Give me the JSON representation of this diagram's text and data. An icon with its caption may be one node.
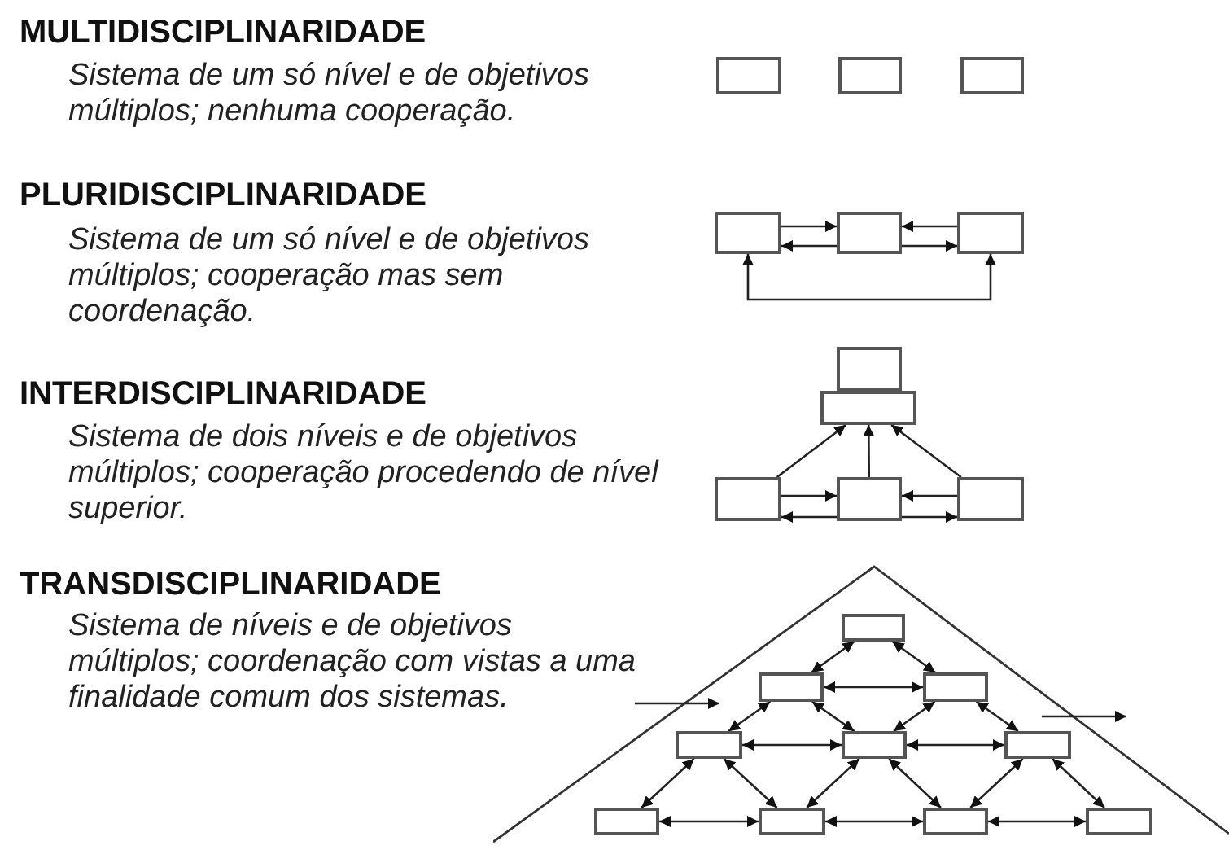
{
  "diagram": {
    "nodes": [
      {
        "text": [],
        "shape": "box"
      },
      {
        "text": [],
        "shape": "box"
      },
      {
        "text": [],
        "shape": "box"
      },
      {
        "text": [],
        "shape": "box"
      },
      {
        "text": [],
        "shape": "box"
      },
      {
        "text": [],
        "shape": "box"
      },
      {
        "text": [],
        "shape": "box"
      },
      {
        "text": [],
        "shape": "box"
      },
      {
        "text": [],
        "shape": "box"
      },
      {
        "text": [],
        "shape": "box"
      },
      {
        "text": [],
        "shape": "box"
      },
      {
        "text": [],
        "shape": "triangle"
      },
      {
        "text": [],
        "shape": "box",
        "in": 11
      },
      {
        "text": [],
        "shape": "box",
        "in": 11
      },
      {
        "text": [],
        "shape": "box",
        "in": 11
      },
      {
        "text": [],
        "shape": "box",
        "in": 11
      },
      {
        "text": [],
        "shape": "box",
        "in": 11
      },
      {
        "text": [],
        "shape": "box",
        "in": 11
      },
      {
        "text": [],
        "shape": "box",
        "in": 11
      },
      {
        "text": [],
        "shape": "box",
        "in": 11
      },
      {
        "text": [],
        "shape": "box",
        "in": 11
      },
      {
        "text": [],
        "shape": "box",
        "in": 11
      }
    ],
    "edges": [
      {
        "from": 3,
        "to": 4,
        "arrow": "to"
      },
      {
        "from": 4,
        "to": 3,
        "arrow": "to"
      },
      {
        "from": 5,
        "to": 4,
        "arrow": "to"
      },
      {
        "from": 4,
        "to": 5,
        "arrow": "to"
      },
      {
        "from": 3,
        "to": 5,
        "arrow": "both"
      },
      {
        "from": 8,
        "to": 7,
        "arrow": "to"
      },
      {
        "from": 9,
        "to": 7,
        "arrow": "to"
      },
      {
        "from": 10,
        "to": 7,
        "arrow": "to"
      },
      {
        "from": 8,
        "to": 9,
        "arrow": "to"
      },
      {
        "from": 9,
        "to": 8,
        "arrow": "to"
      },
      {
        "from": 10,
        "to": 9,
        "arrow": "to"
      },
      {
        "from": 9,
        "to": 10,
        "arrow": "to"
      },
      {
        "from": 12,
        "to": 13,
        "arrow": "both"
      },
      {
        "from": 12,
        "to": 14,
        "arrow": "both"
      },
      {
        "from": 13,
        "to": 14,
        "arrow": "both"
      },
      {
        "from": 13,
        "to": 15,
        "arrow": "both"
      },
      {
        "from": 13,
        "to": 16,
        "arrow": "both"
      },
      {
        "from": 14,
        "to": 16,
        "arrow": "both"
      },
      {
        "from": 14,
        "to": 17,
        "arrow": "both"
      },
      {
        "from": 15,
        "to": 16,
        "arrow": "both"
      },
      {
        "from": 16,
        "to": 17,
        "arrow": "both"
      },
      {
        "from": 15,
        "to": 18,
        "arrow": "both"
      },
      {
        "from": 15,
        "to": 19,
        "arrow": "both"
      },
      {
        "from": 16,
        "to": 19,
        "arrow": "both"
      },
      {
        "from": 16,
        "to": 20,
        "arrow": "both"
      },
      {
        "from": 17,
        "to": 20,
        "arrow": "both"
      },
      {
        "from": 17,
        "to": 21,
        "arrow": "both"
      },
      {
        "from": 18,
        "to": 19,
        "arrow": "both"
      },
      {
        "from": 19,
        "to": 20,
        "arrow": "both"
      },
      {
        "from": 20,
        "to": 21,
        "arrow": "both"
      }
    ],
    "labels": [
      "MULTIDISCIPLINARIDADE",
      "Sistema de um só nível e de objetivos múltiplos; nenhuma cooperação.",
      "PLURIDISCIPLINARIDADE",
      "Sistema de um só nível e de objetivos múltiplos; cooperação mas sem coordenação.",
      "INTERDISCIPLINARIDADE",
      "Sistema de dois níveis e de objetivos múltiplos; cooperação procedendo de nível superior.",
      "TRANSDISCIPLINARIDADE",
      "Sistema de níveis e de objetivos múltiplos; coordenação com vistas a uma finalidade comum dos sistemas."
    ]
  }
}
